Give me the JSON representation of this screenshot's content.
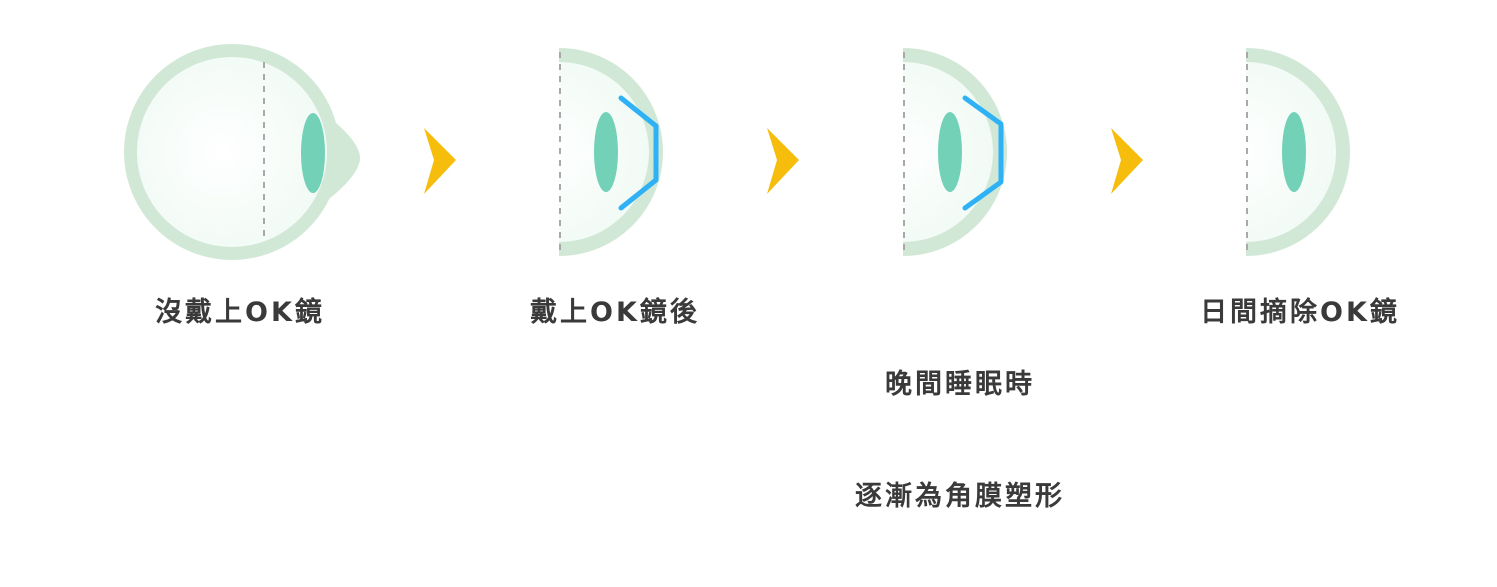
{
  "colors": {
    "sclera": "#d2e8d6",
    "eye_inner": "#f4fcf7",
    "lens": "#72d1b6",
    "ok_lens": "#2fb1f5",
    "arrow": "#f6bd0d",
    "dashed_line": "#a9a9a9",
    "label_text": "#3a3a3a"
  },
  "steps": [
    {
      "label": "沒戴上OK鏡",
      "icon": "full-eye-icon"
    },
    {
      "label": "戴上OK鏡後",
      "icon": "half-eye-with-ok-lens-icon"
    },
    {
      "label_line1": "晚間睡眠時",
      "label_line2": "逐漸為角膜塑形",
      "icon": "half-eye-reshaping-cornea-icon"
    },
    {
      "label": "日間摘除OK鏡",
      "icon": "half-eye-reshaped-cornea-icon"
    }
  ],
  "arrows": [
    "chevron-right-icon",
    "chevron-right-icon",
    "chevron-right-icon"
  ]
}
